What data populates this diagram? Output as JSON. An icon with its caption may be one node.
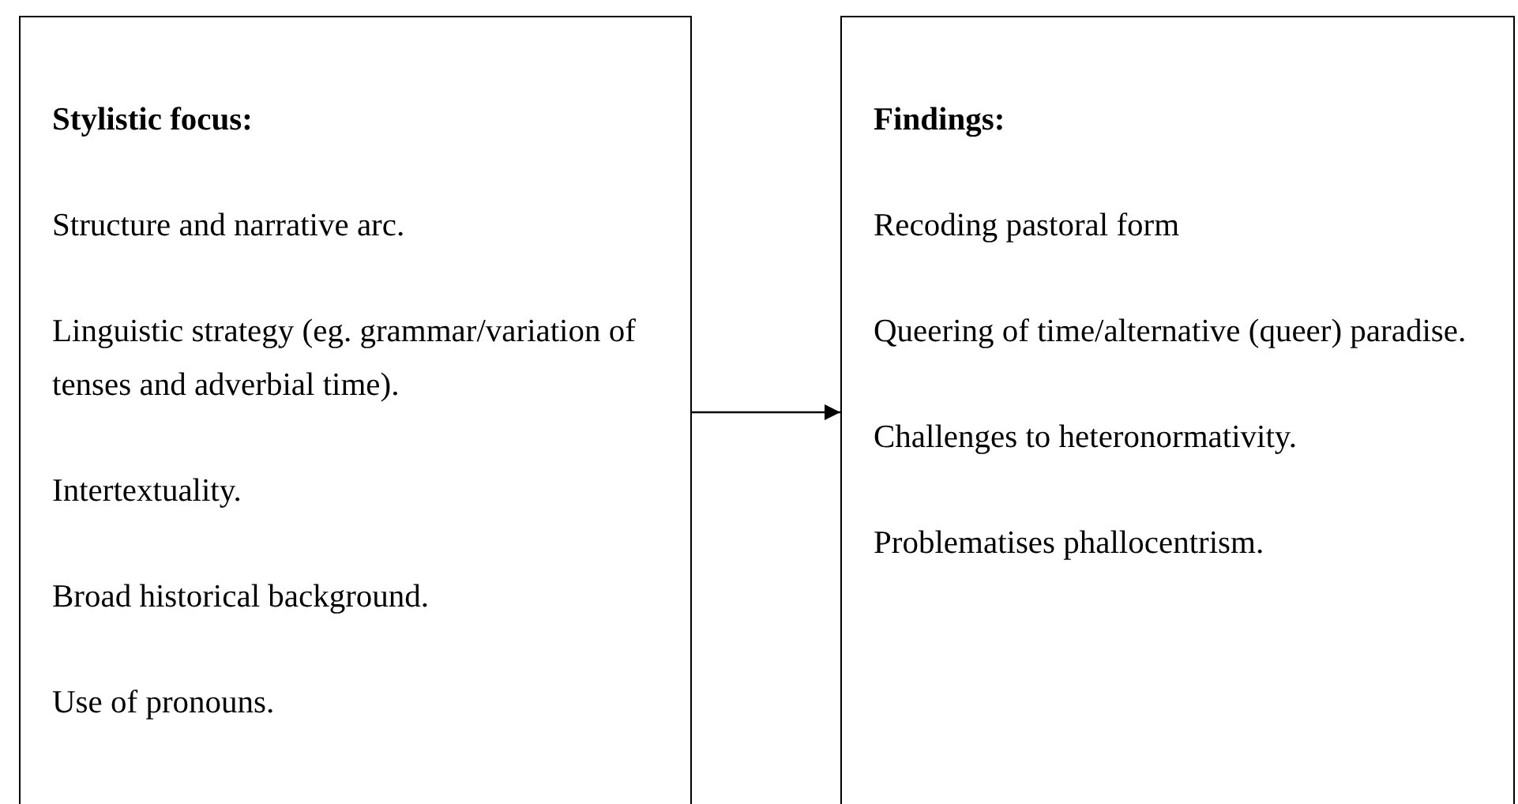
{
  "diagram": {
    "nodes": [
      {
        "text": [
          "Stylistic focus:",
          "Structure and narrative arc.",
          "Linguistic strategy (eg. grammar/variation of tenses and adverbial time).",
          "Intertextuality.",
          "Broad historical background.",
          "Use of pronouns."
        ]
      },
      {
        "text": [
          "Findings:",
          "Recoding pastoral form",
          "Queering of time/alternative (queer) paradise.",
          "Challenges to heteronormativity.",
          "Problematises phallocentrism."
        ]
      }
    ],
    "edges": [
      {
        "from": 0,
        "to": 1,
        "arrow": "to"
      }
    ]
  }
}
